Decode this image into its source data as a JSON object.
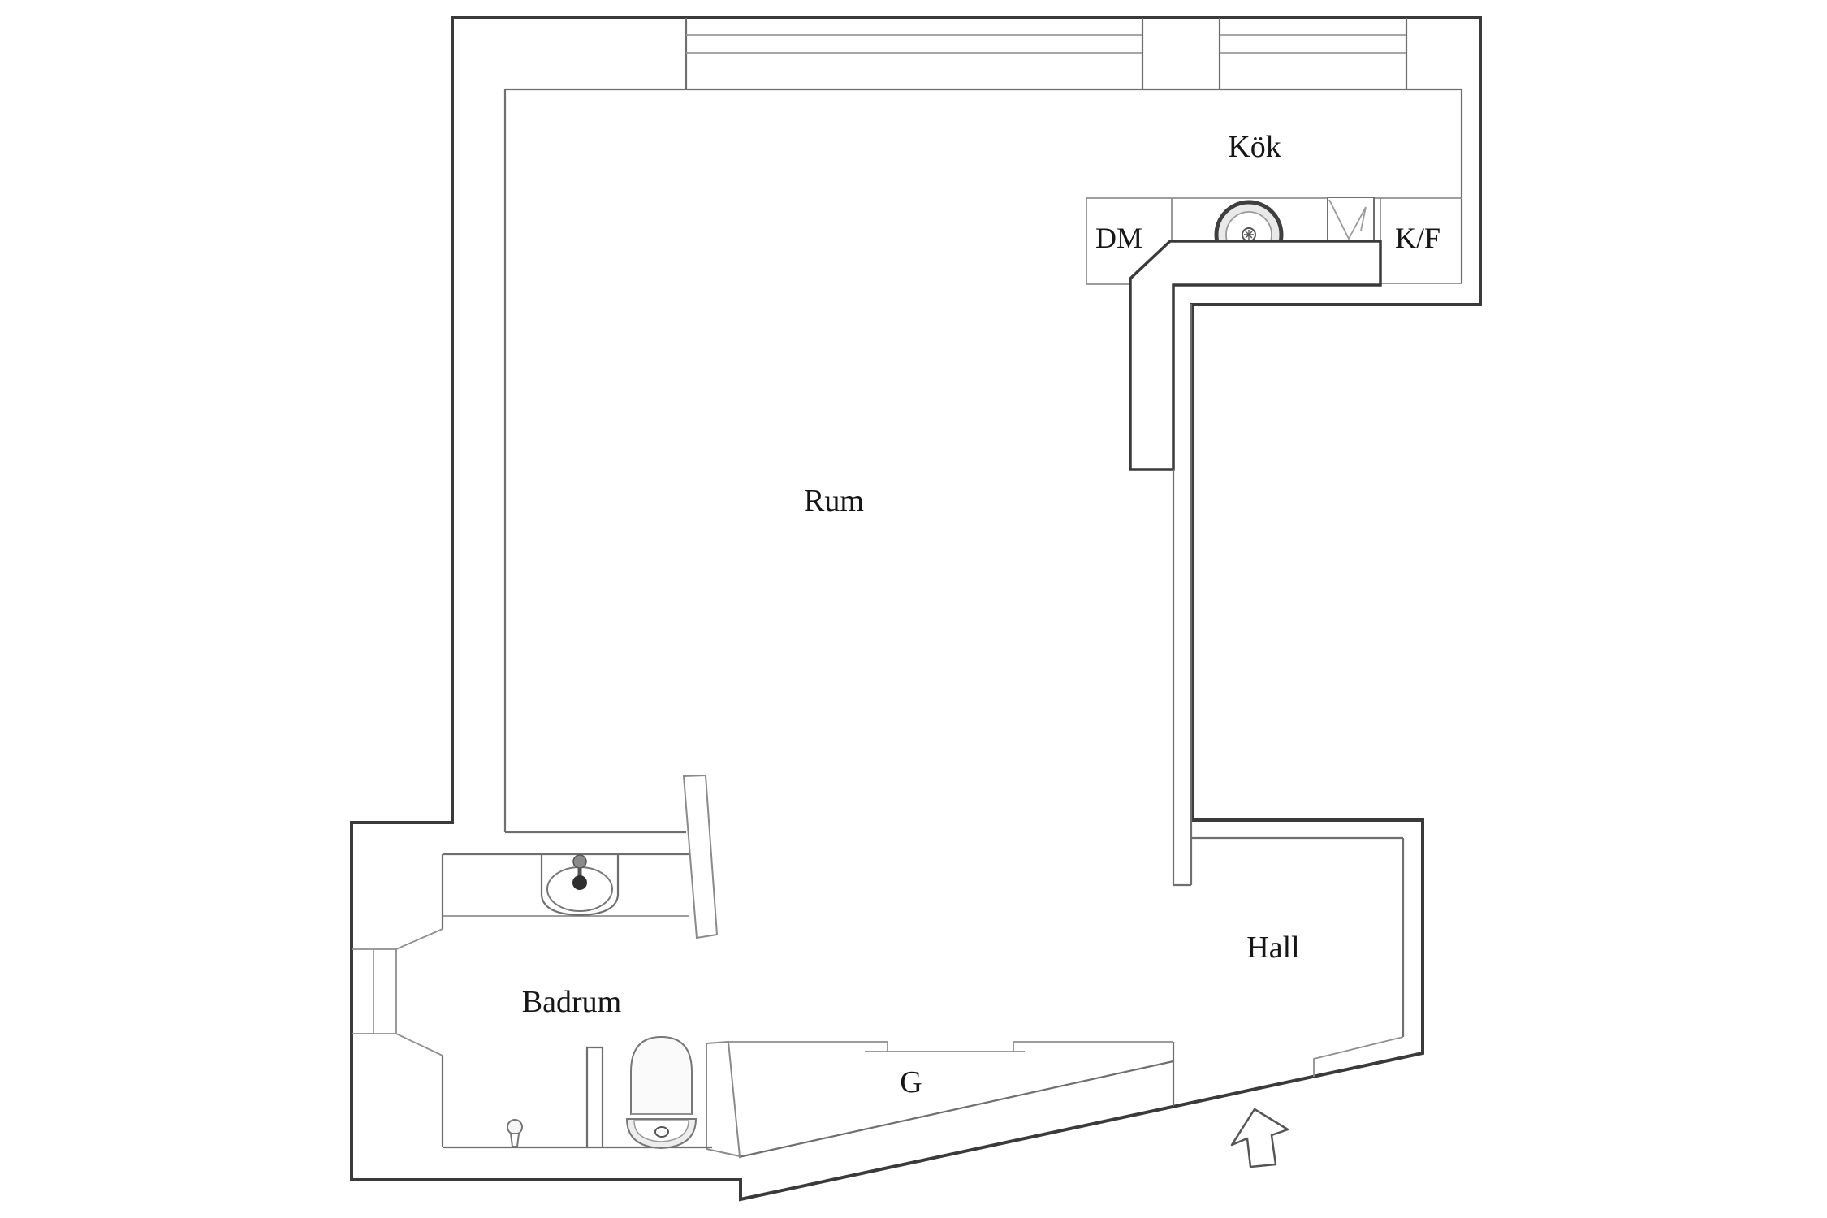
{
  "plan": {
    "type": "apartment-floor-plan",
    "rooms": {
      "rum": {
        "label": "Rum"
      },
      "kok": {
        "label": "Kök"
      },
      "hall": {
        "label": "Hall"
      },
      "badrum": {
        "label": "Badrum"
      },
      "garderob": {
        "label": "G"
      }
    },
    "appliances": {
      "dishwasher": {
        "label": "DM"
      },
      "fridge_freezer": {
        "label": "K/F"
      }
    },
    "fixtures": [
      "kitchen-sink-icon",
      "stove-icon",
      "bathroom-sink-icon",
      "toilet-icon",
      "shower-tap-icon",
      "window-niche-icon",
      "sliding-door-icon",
      "entry-arrow-icon",
      "door-leaf-icon"
    ],
    "colors": {
      "background": "#ffffff",
      "outer_wall": "#3a3a3a",
      "inner_wall": "#6f6f6f",
      "light_line": "#8f8f8f",
      "text": "#161616"
    }
  }
}
